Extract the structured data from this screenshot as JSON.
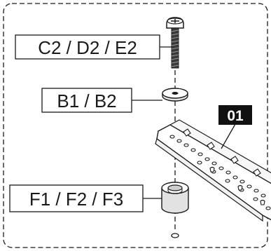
{
  "callouts": {
    "screw": "C2 / D2 / E2",
    "washer": "B1 / B2",
    "spacer": "F1 / F2 / F3",
    "bracket": "01"
  },
  "colors": {
    "line": "#1a1a1a",
    "badge_bg": "#111111",
    "badge_text": "#ffffff"
  },
  "icons": {
    "screw": "screw-icon",
    "washer": "washer-icon",
    "spacer": "spacer-icon",
    "bracket": "wall-bracket-icon"
  }
}
